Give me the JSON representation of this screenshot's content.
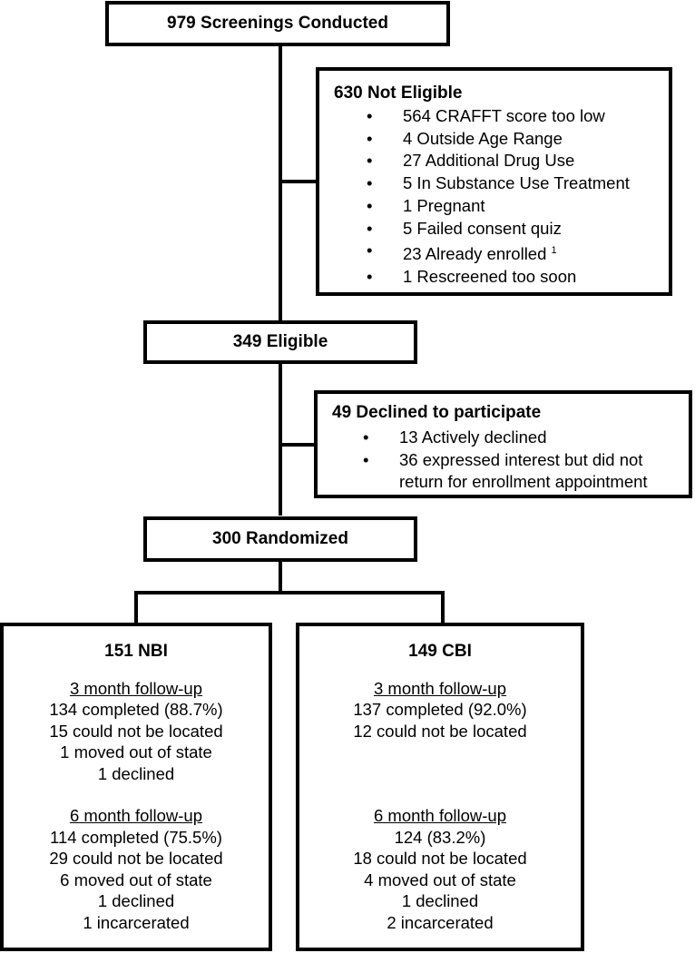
{
  "screenings": {
    "label": "979 Screenings Conducted"
  },
  "not_eligible": {
    "title": "630 Not Eligible",
    "items": [
      {
        "text": "564 CRAFFT score too low"
      },
      {
        "text": "4 Outside Age Range"
      },
      {
        "text": "27 Additional Drug Use"
      },
      {
        "text": "5 In Substance Use Treatment"
      },
      {
        "text": "1 Pregnant"
      },
      {
        "text": "5 Failed consent quiz"
      },
      {
        "text": "23 Already enrolled",
        "sup": "1"
      },
      {
        "text": "1 Rescreened too soon"
      }
    ]
  },
  "eligible": {
    "label": "349 Eligible"
  },
  "declined": {
    "title": "49 Declined to participate",
    "items": [
      {
        "text": "13 Actively declined"
      },
      {
        "text": "36 expressed interest but did not return for enrollment appointment"
      }
    ]
  },
  "randomized": {
    "label": "300 Randomized"
  },
  "nbi": {
    "title": "151 NBI",
    "fu3": {
      "label": "3 month follow-up",
      "lines": [
        "134 completed (88.7%)",
        "15 could not be located",
        "1 moved out of state",
        "1 declined"
      ]
    },
    "fu6": {
      "label": "6 month follow-up",
      "lines": [
        "114 completed (75.5%)",
        "29 could not be located",
        "6 moved out of state",
        "1 declined",
        "1 incarcerated"
      ]
    }
  },
  "cbi": {
    "title": "149 CBI",
    "fu3": {
      "label": "3 month follow-up",
      "lines": [
        "137 completed (92.0%)",
        "12 could not be located"
      ]
    },
    "fu6": {
      "label": "6 month follow-up",
      "lines": [
        "124 (83.2%)",
        "18 could not be located",
        "4 moved out of state",
        "1 declined",
        "2 incarcerated"
      ]
    }
  }
}
